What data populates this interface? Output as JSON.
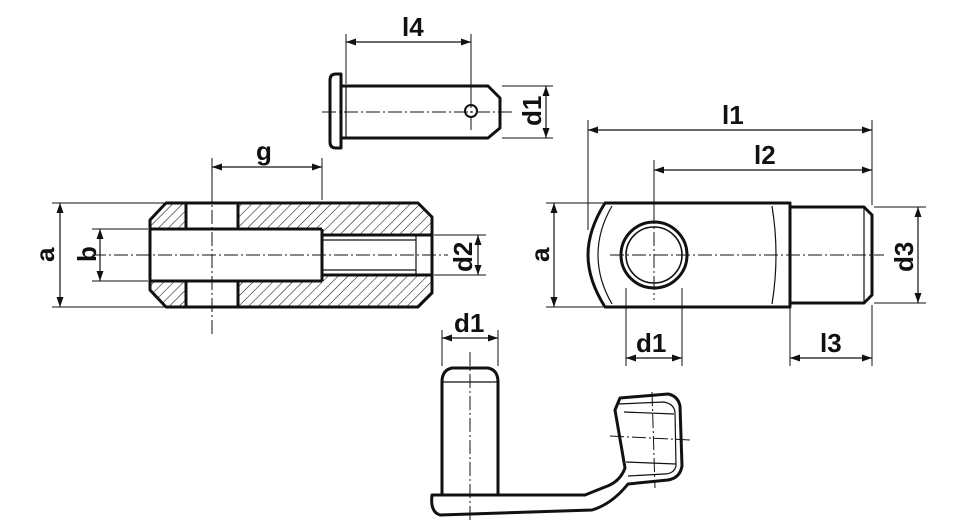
{
  "labels": {
    "pin_length": "l4",
    "pin_diameter": "d1",
    "slot_depth": "g",
    "body_height_left": "a",
    "slot_width": "b",
    "thread_diameter": "d2",
    "overall_length": "l1",
    "pin_center_length": "l2",
    "body_height_right": "a",
    "hole_diameter": "d1",
    "shank_diameter": "d3",
    "thread_length": "l3",
    "clip_pin_diameter": "d1"
  },
  "colors": {
    "ink": "#111111",
    "background": "#ffffff"
  }
}
